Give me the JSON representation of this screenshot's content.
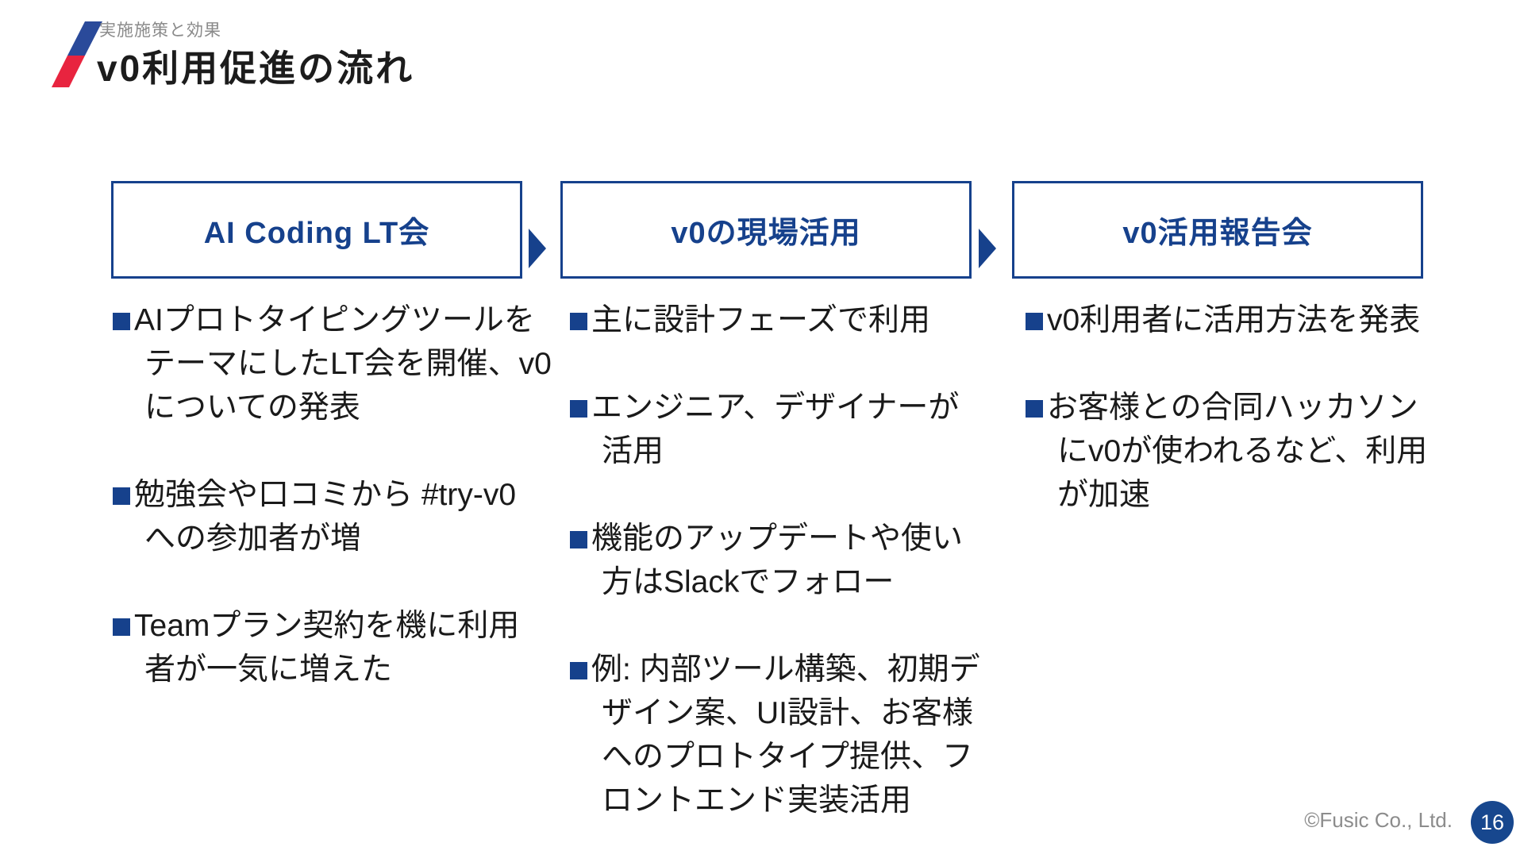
{
  "slide": {
    "eyebrow": "実施施策と効果",
    "title": "v0利用促進の流れ"
  },
  "flow": {
    "columns": [
      {
        "box_title": "AI Coding LT会",
        "items": [
          {
            "text": "AIプロトタイピングツールを\nテーマにしたLT会を開催、v0\nについての発表"
          },
          {
            "text": "勉強会や口コミから #try-v0\nへの参加者が増"
          },
          {
            "text": "Teamプラン契約を機に利用\n者が一気に増えた"
          }
        ]
      },
      {
        "box_title": "v0の現場活用",
        "items": [
          {
            "text": "主に設計フェーズで利用"
          },
          {
            "text": "エンジニア、デザイナーが\n活用"
          },
          {
            "text": "機能のアップデートや使い\n方はSlackでフォロー"
          },
          {
            "text": "例: 内部ツール構築、初期デ\nザイン案、UI設計、お客様\nへのプロトタイプ提供、フ\nロントエンド実装活用"
          }
        ]
      },
      {
        "box_title": "v0活用報告会",
        "items": [
          {
            "text": "v0利用者に活用方法を発表"
          },
          {
            "text": "お客様との合同ハッカソン\nにv0が使われるなど、利用\nが加速"
          }
        ]
      }
    ]
  },
  "footer": {
    "copyright": "©Fusic Co., Ltd.",
    "page_number": "16"
  },
  "icons": {
    "logo": "fusic-slash-logo-icon",
    "arrow": "flow-arrow-icon",
    "bullet": "bullet-square-icon"
  },
  "colors": {
    "brand_blue": "#16418c",
    "logo_blue": "#2a4a9a",
    "logo_red": "#e8243f",
    "text_black": "#1a1a1a",
    "footer_gray": "#8c8c8c",
    "badge_blue": "#17478e",
    "background": "#ffffff"
  }
}
